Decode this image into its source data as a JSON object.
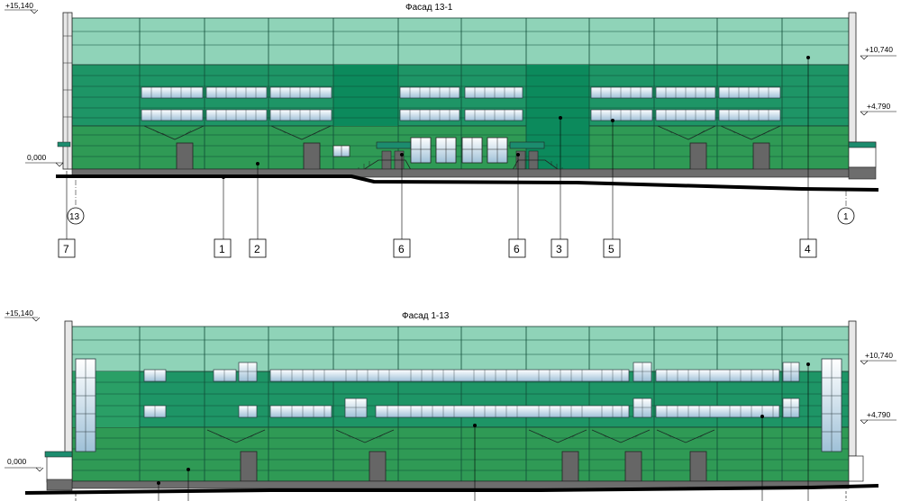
{
  "facades": [
    {
      "title": "Фасад 13-1",
      "levels": {
        "top": "+15,140",
        "zero": "0,000",
        "upper": "+10,740",
        "lower": "+4,790"
      },
      "axes": {
        "left": "13",
        "right": "1"
      },
      "callouts": [
        "7",
        "1",
        "2",
        "6",
        "6",
        "3",
        "5",
        "4"
      ]
    },
    {
      "title": "Фасад 1-13",
      "levels": {
        "top": "+15,140",
        "zero": "0,000",
        "upper": "+10,740",
        "lower": "+4,790"
      }
    }
  ],
  "colors": {
    "top_band": "#8fd3b8",
    "mid_band": "#1e9566",
    "dark_band": "#087f5f",
    "low_band": "#2f9a55",
    "plinth": "#6d6d6d",
    "ground": "#000000",
    "window": "#b8d4e6"
  }
}
